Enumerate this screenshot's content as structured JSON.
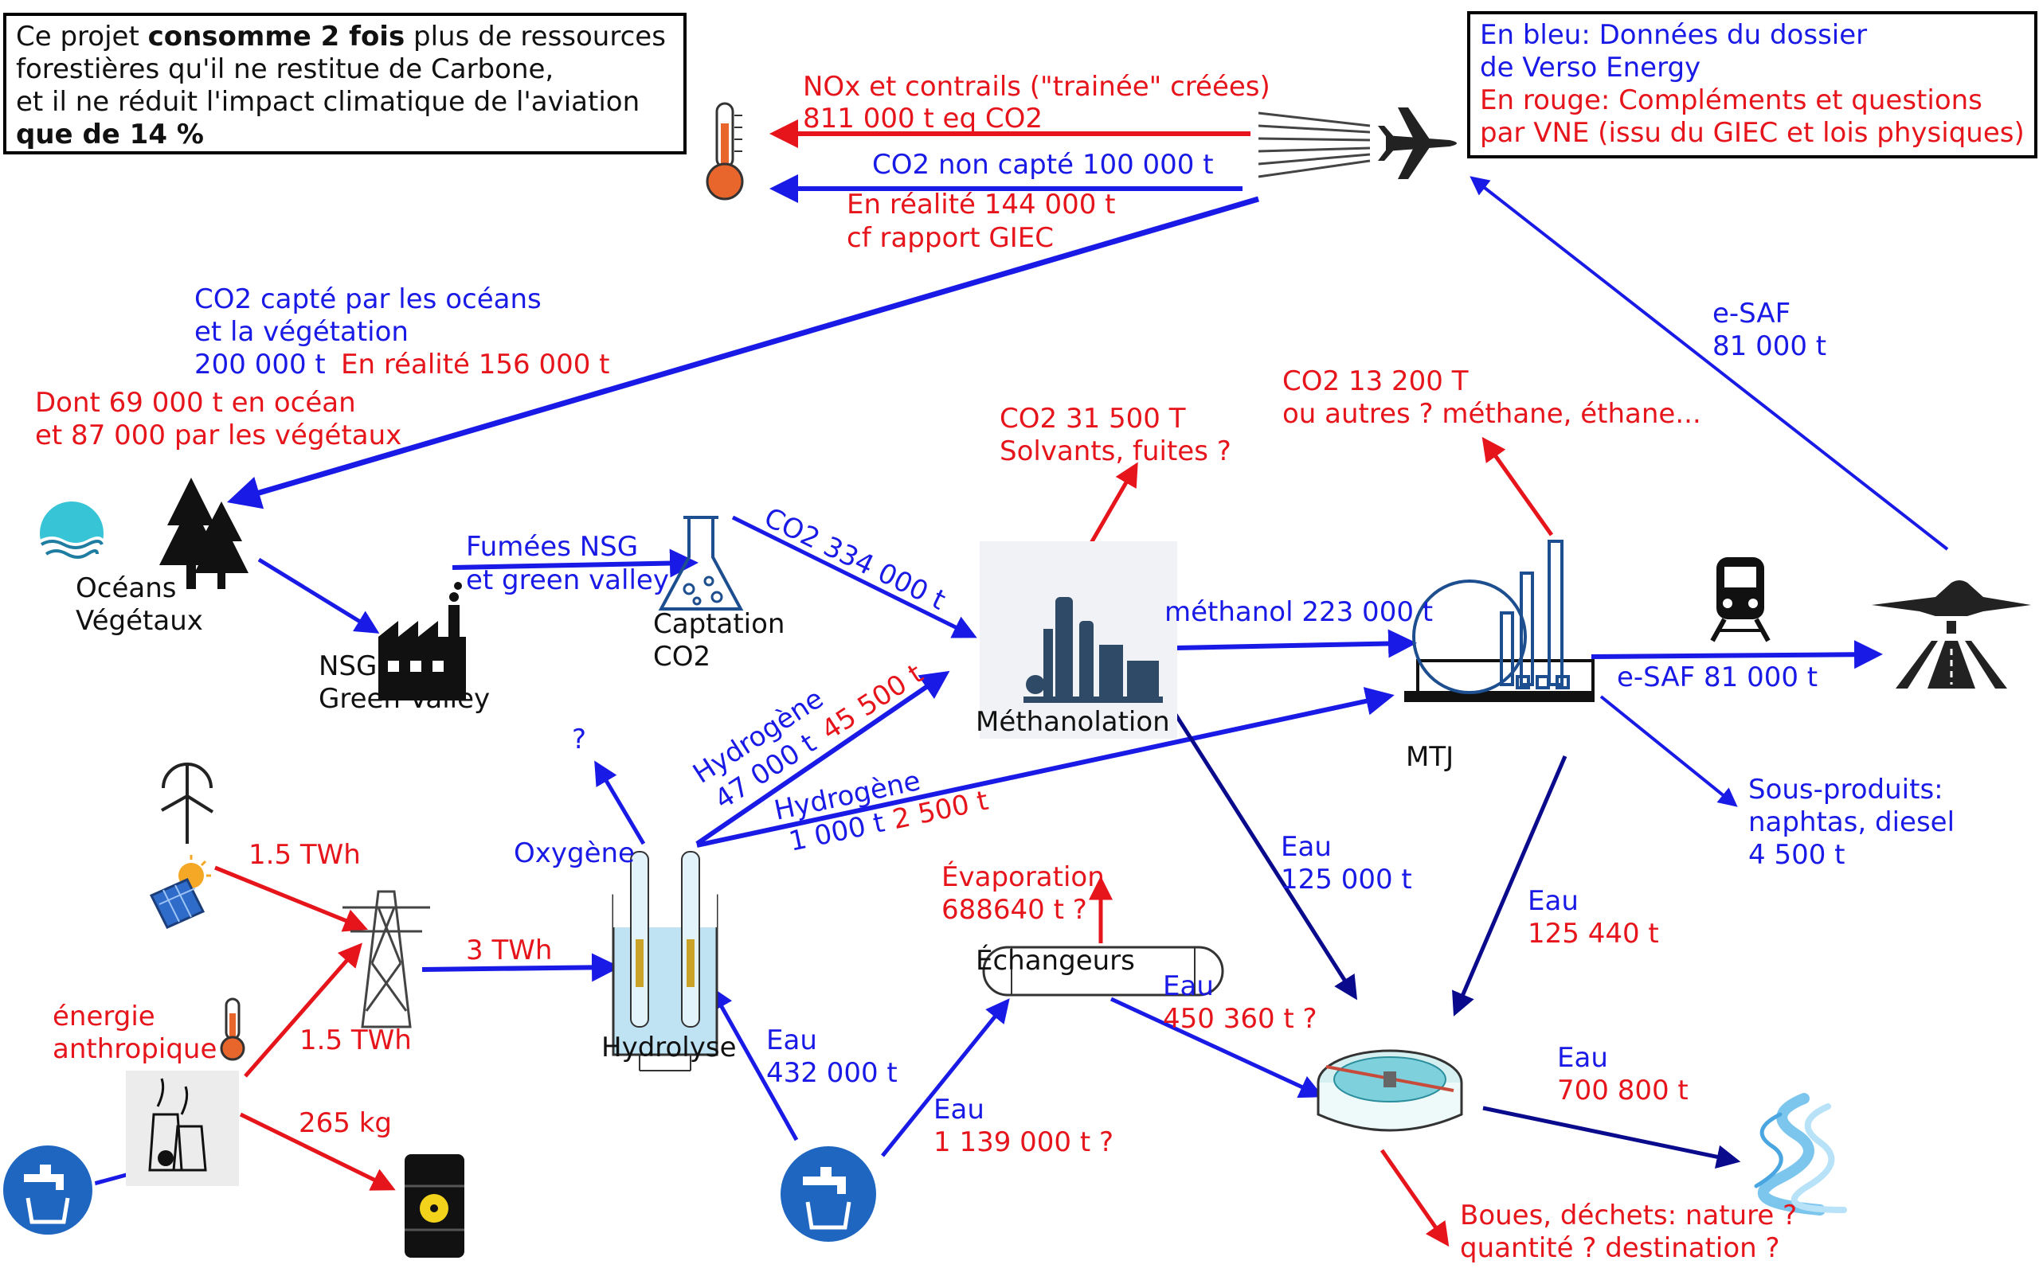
{
  "summary_box": {
    "line1_pre": "Ce projet ",
    "line1_bold": "consomme 2 fois",
    "line1_post": " plus de ressources",
    "line2": "forestières qu'il ne restitue de Carbone,",
    "line3": "et il ne réduit l'impact climatique de l'aviation",
    "line4_bold": "que de 14 %"
  },
  "legend_box": {
    "blue_line1": "En bleu: Données du dossier",
    "blue_line2": "de Verso Energy",
    "red_line1": "En rouge: Compléments et questions",
    "red_line2": "par VNE (issu du GIEC et lois physiques)"
  },
  "nodes": {
    "oceans": [
      "Océans",
      "Végétaux"
    ],
    "nsg": [
      "NSG",
      "Green Valley"
    ],
    "captation": [
      "Captation",
      "CO2"
    ],
    "methanolation": "Méthanolation",
    "mtj": "MTJ",
    "hydrolyse": "Hydrolyse",
    "echangeurs": "Échangeurs"
  },
  "labels": {
    "nox_1": "NOx et contrails (\"trainée\" créées)",
    "nox_2": "811 000 t eq CO2",
    "co2_non_capte": "CO2 non capté 100 000 t",
    "co2_realite_1": "En réalité 144 000 t",
    "co2_realite_2": "cf rapport GIEC",
    "capte_1": "CO2 capté par les océans",
    "capte_2": "et la végétation",
    "capte_3": "200 000 t",
    "capte_realite": "En réalité 156 000 t",
    "dont_1": "Dont 69 000 t en océan",
    "dont_2": "et 87 000 par les végétaux",
    "esaf_top_1": "e-SAF",
    "esaf_top_2": "81 000 t",
    "co2_13200_1": "CO2 13 200 T",
    "co2_13200_2": "ou autres ? méthane, éthane...",
    "co2_31500_1": "CO2 31 500 T",
    "co2_31500_2": "Solvants, fuites ?",
    "fumees_1": "Fumées NSG",
    "fumees_2": "et green valley",
    "co2_334": "CO2 334 000 t",
    "methanol": "méthanol 223 000 t",
    "esaf_bottom": "e-SAF 81 000 t",
    "h2_a_1": "Hydrogène",
    "h2_a_2": "47 000 t",
    "h2_a_red": "45 500 t",
    "h2_b_1": "Hydrogène",
    "h2_b_2": "1 000 t",
    "h2_b_red": "2 500 t",
    "question": "?",
    "oxygene": "Oxygène",
    "sous_1": "Sous-produits:",
    "sous_2": "naphtas, diesel",
    "sous_3": "4 500 t",
    "eau_125000_1": "Eau",
    "eau_125000_2": "125 000 t",
    "eau_125440_1": "Eau",
    "eau_125440_2": "125 440 t",
    "twh_a": "1.5 TWh",
    "twh_b": "1.5 TWh",
    "twh_3": "3 TWh",
    "energie_1": "énergie",
    "energie_2": "anthropique",
    "kg265": "265 kg",
    "evap_1": "Évaporation",
    "evap_2": "688640 t ?",
    "eau_450_1": "Eau",
    "eau_450_2": "450 360 t ?",
    "eau_432_1": "Eau",
    "eau_432_2": "432 000 t",
    "eau_1139_1": "Eau",
    "eau_1139_2": "1 139 000 t ?",
    "eau_700_1": "Eau",
    "eau_700_2": "700 800 t",
    "boues_1": "Boues, déchets: nature ?",
    "boues_2": "quantité ? destination ?"
  },
  "colors": {
    "blue": "#1a1ae6",
    "red": "#e6141b",
    "navy": "#0a0a8c",
    "black": "#111111"
  },
  "icons": [
    "thermometer-icon",
    "airplane-icon",
    "landing-airplane-icon",
    "train-icon",
    "forest-icon",
    "ocean-icon",
    "factory-icon",
    "flask-icon",
    "refinery-icon",
    "mtj-plant-icon",
    "wind-turbine-icon",
    "solar-panel-icon",
    "pylon-icon",
    "nuclear-plant-icon",
    "radioactive-barrel-icon",
    "water-tap-icon",
    "electrolysis-cell-icon",
    "heat-exchanger-icon",
    "water-treatment-icon",
    "river-icon"
  ]
}
